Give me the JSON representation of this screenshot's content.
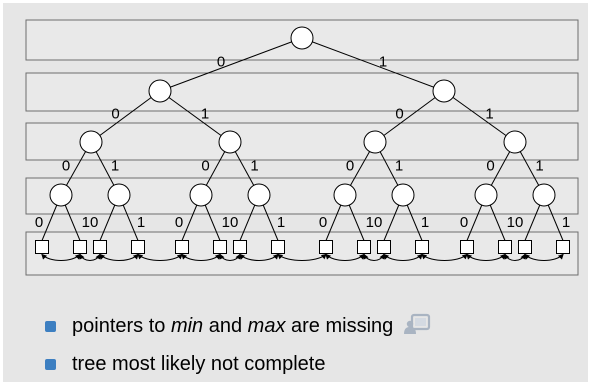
{
  "edge_labels": {
    "zero": "0",
    "one": "1",
    "ten": "10"
  },
  "bullets": [
    {
      "parts": [
        {
          "text": "pointers to ",
          "italic": false
        },
        {
          "text": "min",
          "italic": true
        },
        {
          "text": " and ",
          "italic": false
        },
        {
          "text": "max",
          "italic": true
        },
        {
          "text": " are missing",
          "italic": false
        }
      ],
      "icon": "presentation-icon"
    },
    {
      "parts": [
        {
          "text": "tree most likely not complete",
          "italic": false
        }
      ]
    }
  ],
  "colors": {
    "slide_background": "#e6e6e6",
    "level_band": "#e9e9e9",
    "band_border": "#6d6d6d",
    "node_fill": "#ffffff",
    "bullet": "#3d7fc1",
    "icon": "#a9b4c2"
  }
}
